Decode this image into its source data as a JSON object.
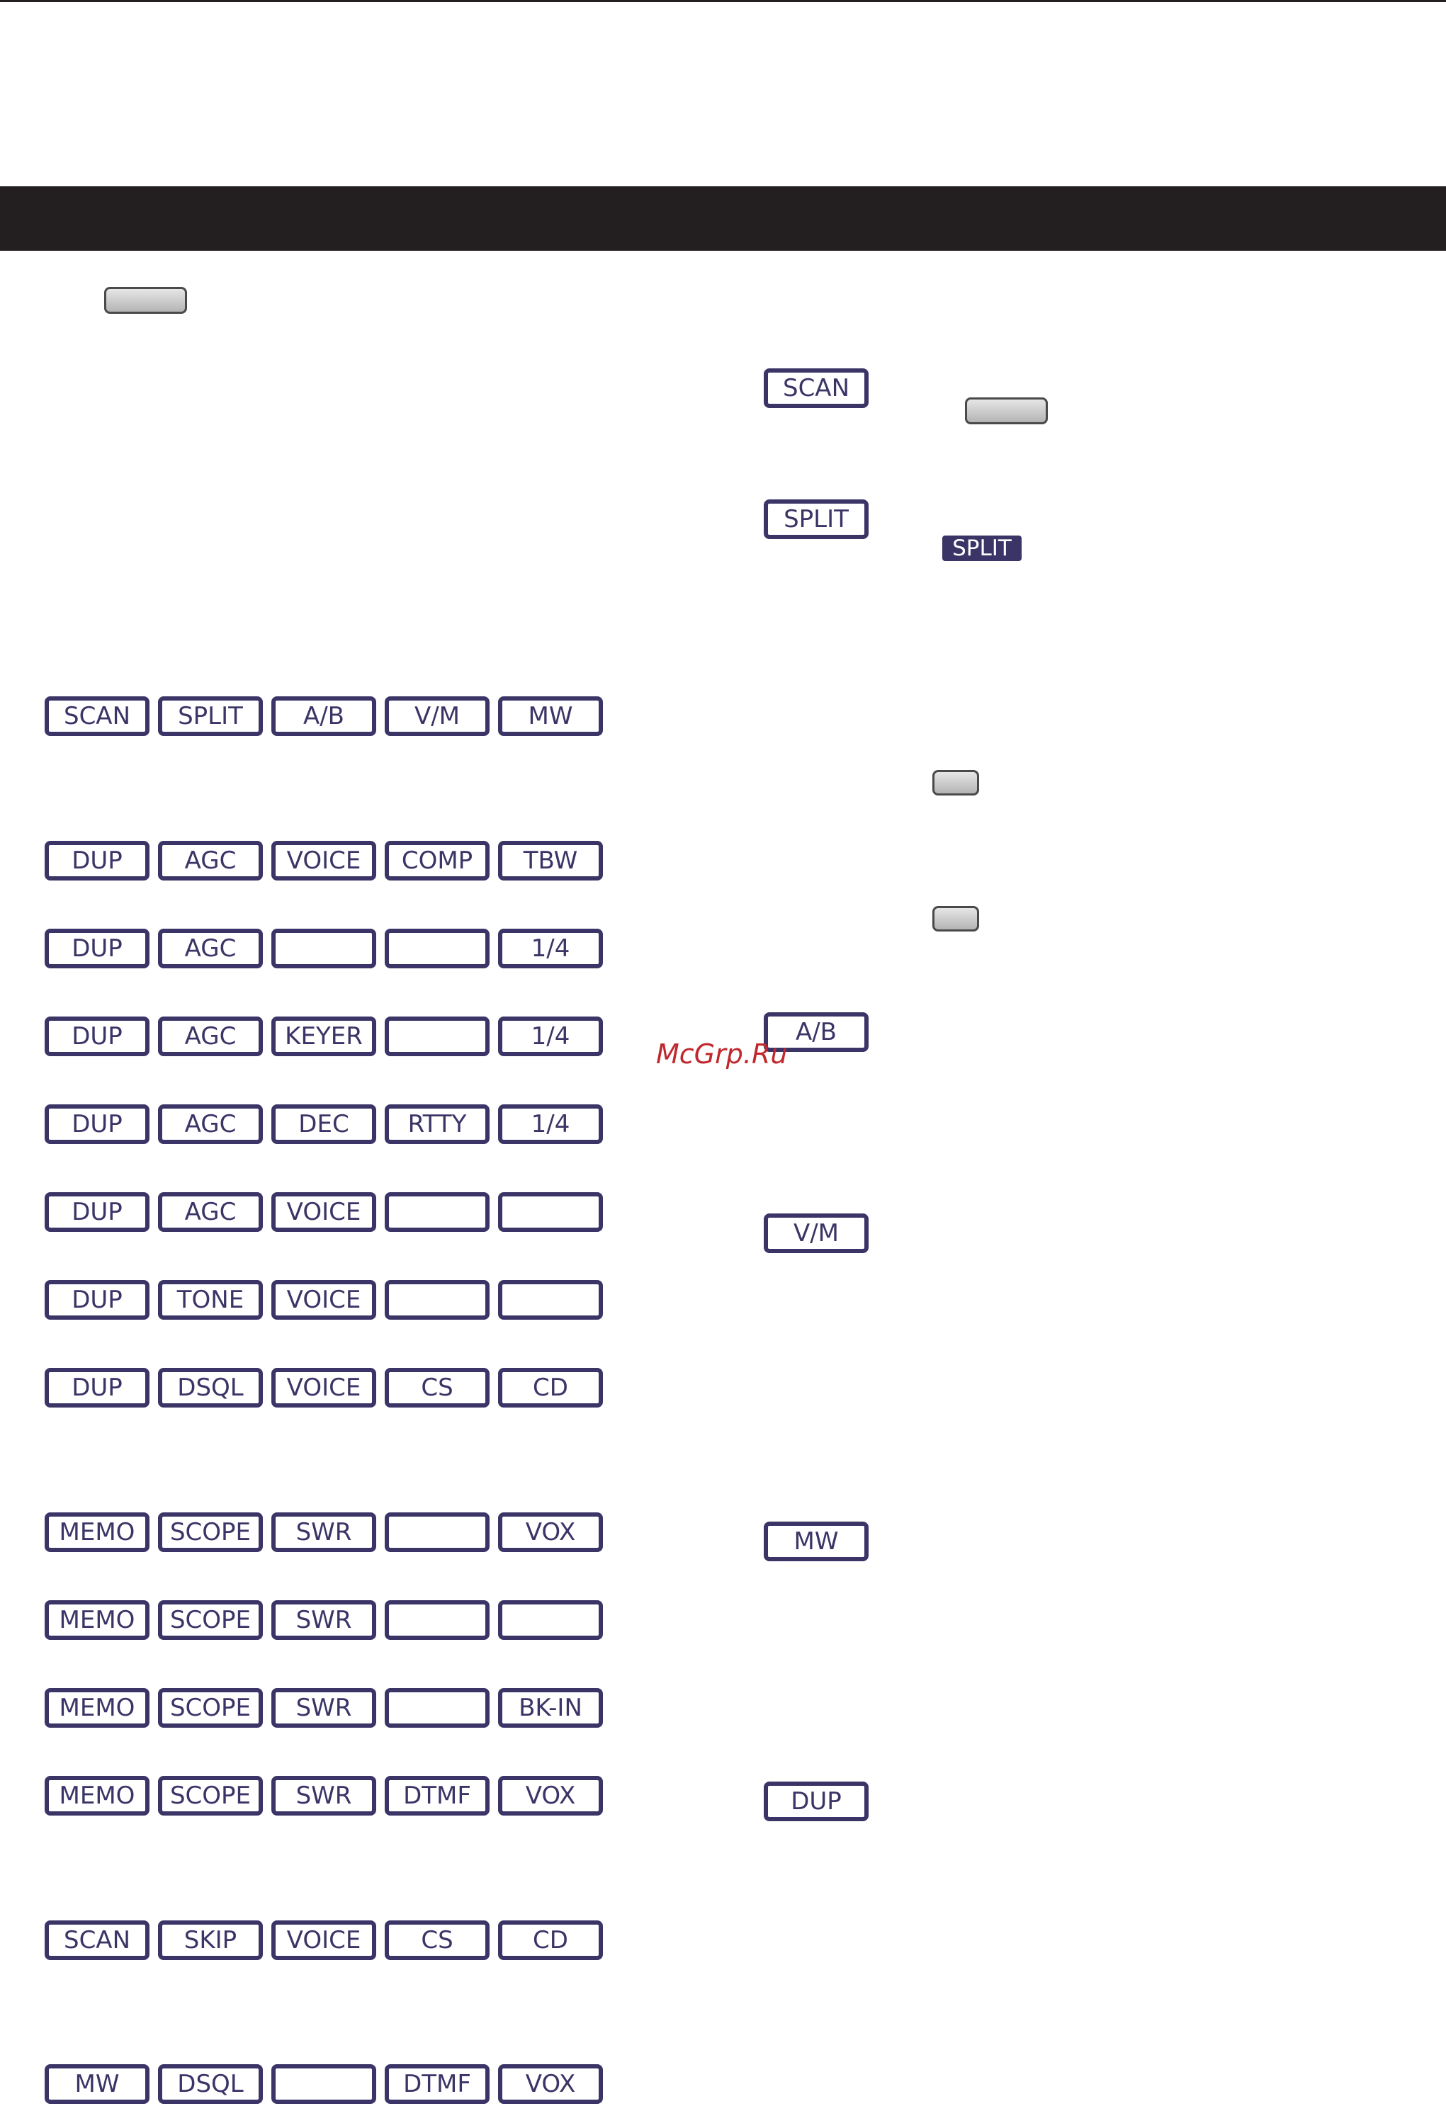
{
  "watermark": "McGrp.Ru",
  "split_indicator": "SPLIT",
  "side_keys": [
    "SCAN",
    "SPLIT",
    "A/B",
    "V/M",
    "MW",
    "DUP"
  ],
  "key_rows": [
    [
      "SCAN",
      "SPLIT",
      "A/B",
      "V/M",
      "MW"
    ],
    [
      "DUP",
      "AGC",
      "VOICE",
      "COMP",
      "TBW"
    ],
    [
      "DUP",
      "AGC",
      "",
      "",
      "1/4"
    ],
    [
      "DUP",
      "AGC",
      "KEYER",
      "",
      "1/4"
    ],
    [
      "DUP",
      "AGC",
      "DEC",
      "RTTY",
      "1/4"
    ],
    [
      "DUP",
      "AGC",
      "VOICE",
      "",
      ""
    ],
    [
      "DUP",
      "TONE",
      "VOICE",
      "",
      ""
    ],
    [
      "DUP",
      "DSQL",
      "VOICE",
      "CS",
      "CD"
    ],
    [
      "MEMO",
      "SCOPE",
      "SWR",
      "",
      "VOX"
    ],
    [
      "MEMO",
      "SCOPE",
      "SWR",
      "",
      ""
    ],
    [
      "MEMO",
      "SCOPE",
      "SWR",
      "",
      "BK-IN"
    ],
    [
      "MEMO",
      "SCOPE",
      "SWR",
      "DTMF",
      "VOX"
    ],
    [
      "SCAN",
      "SKIP",
      "VOICE",
      "CS",
      "CD"
    ],
    [
      "MW",
      "DSQL",
      "",
      "DTMF",
      "VOX"
    ]
  ]
}
